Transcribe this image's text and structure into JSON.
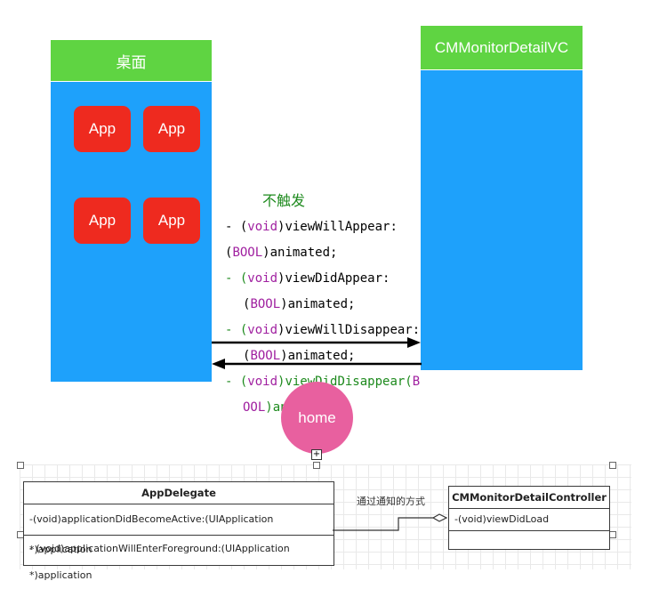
{
  "desktop": {
    "title": "桌面",
    "apps": [
      "App",
      "App",
      "App",
      "App"
    ]
  },
  "detail_vc": {
    "title": "CMMonitorDetailVC"
  },
  "note": {
    "label": "不触发",
    "lines": {
      "l1_a": "- (",
      "l1_b": "void",
      "l1_c": ")viewWillAppear:",
      "l2_a": "(",
      "l2_b": "BOOL",
      "l2_c": ")animated;",
      "l3_a": "- (",
      "l3_b": "void",
      "l3_c": ")viewDidAppear:",
      "l4_a": "(",
      "l4_b": "BOOL",
      "l4_c": ")animated;",
      "l5_a": "- (",
      "l5_b": "void",
      "l5_c": ")viewWillDisappear:",
      "l6_a": "(",
      "l6_b": "BOOL",
      "l6_c": ")animated;",
      "l7_a": "- (",
      "l7_b": "void",
      "l7_c": ")viewDidDisappear(",
      "l7_d": "B",
      "l8_a": "OOL",
      "l8_b": ")animated;"
    }
  },
  "home": {
    "label": "home"
  },
  "uml": {
    "app_delegate": {
      "title": "AppDelegate",
      "method1": "-(void)applicationDidBecomeActive:(UIApplication *)application",
      "method2": "- (void)applicationWillEnterForeground:(UIApplication *)application"
    },
    "connector_label": "通过通知的方式",
    "detail_controller": {
      "title": "CMMonitorDetailController",
      "method1": "-(void)viewDidLoad"
    }
  }
}
